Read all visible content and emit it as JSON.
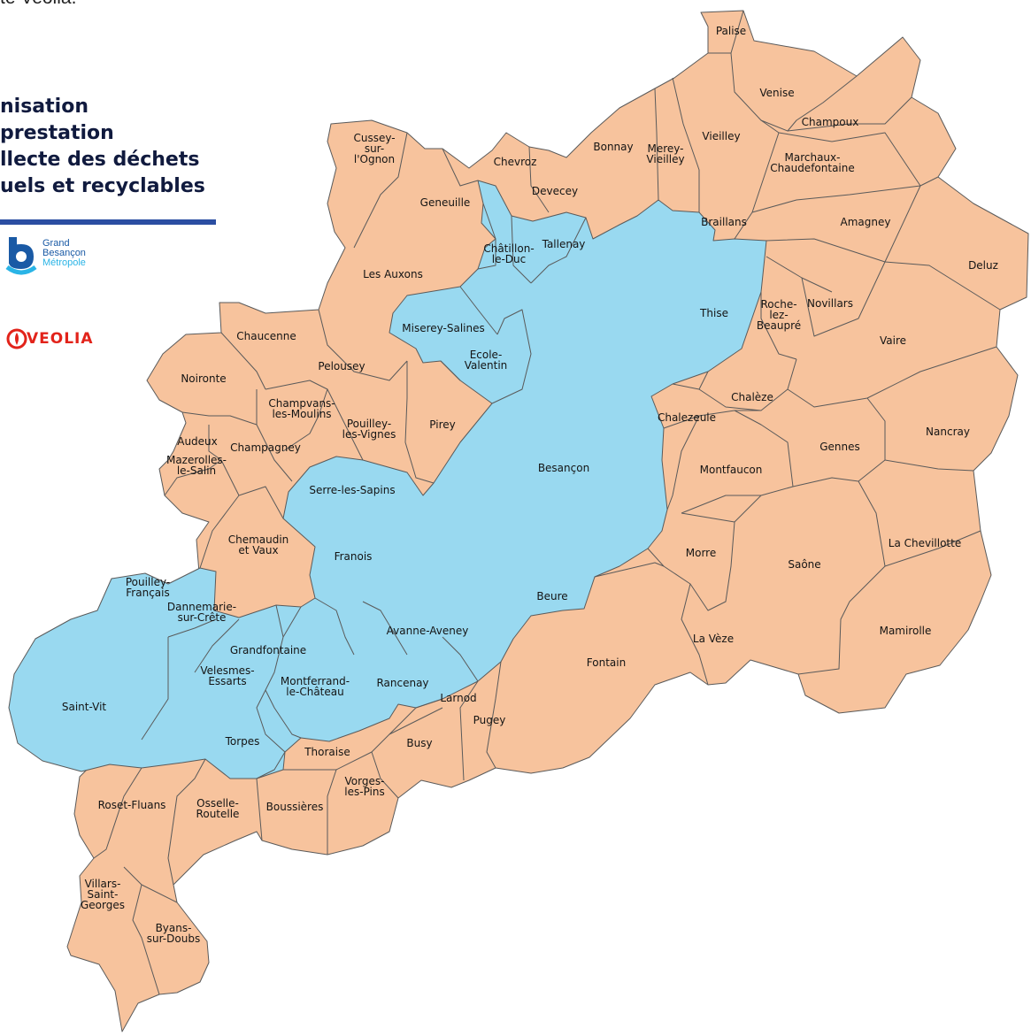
{
  "header": {
    "top_text": "te Veolia.",
    "title_lines": [
      "nisation",
      "prestation",
      "llecte des déchets",
      "uels et recyclables"
    ]
  },
  "logos": {
    "grand_besancon": {
      "lines": [
        "Grand",
        "Besançon",
        "Métropole"
      ],
      "colors": [
        "#1a5aa5",
        "#2ab4e6"
      ]
    },
    "veolia": {
      "text": "VEOLIA",
      "color": "#e2231a"
    }
  },
  "legend_colors": {
    "zone_blue": "#99d9f0",
    "zone_orange": "#f7c39d",
    "border": "#5a5a5a"
  },
  "map": {
    "blue": [
      "Châtillon-le-Duc",
      "Tallenay",
      "Miserey-Salines",
      "Ecole-Valentin",
      "Thise",
      "Besançon",
      "Serre-les-Sapins",
      "Franois",
      "Pouilley-Français",
      "Dannemarie-sur-Crête",
      "Grandfontaine",
      "Avanne-Aveney",
      "Beure",
      "Saint-Vit",
      "Velesmes-Essarts",
      "Montferrand-le-Château",
      "Torpes"
    ],
    "labels": [
      {
        "key": "palise",
        "lines": [
          "Palise"
        ]
      },
      {
        "key": "venise",
        "lines": [
          "Venise"
        ]
      },
      {
        "key": "champoux",
        "lines": [
          "Champoux"
        ]
      },
      {
        "key": "vieilley",
        "lines": [
          "Vieilley"
        ]
      },
      {
        "key": "bonnay",
        "lines": [
          "Bonnay"
        ]
      },
      {
        "key": "merey",
        "lines": [
          "Merey-",
          "Vieilley"
        ]
      },
      {
        "key": "marchaux",
        "lines": [
          "Marchaux-",
          "Chaudefontaine"
        ]
      },
      {
        "key": "cussey",
        "lines": [
          "Cussey-",
          "sur-",
          "l'Ognon"
        ]
      },
      {
        "key": "chevroz",
        "lines": [
          "Chevroz"
        ]
      },
      {
        "key": "devecey",
        "lines": [
          "Devecey"
        ]
      },
      {
        "key": "geneuille",
        "lines": [
          "Geneuille"
        ]
      },
      {
        "key": "braillans",
        "lines": [
          "Braillans"
        ]
      },
      {
        "key": "tallenay",
        "lines": [
          "Tallenay"
        ]
      },
      {
        "key": "chatillon",
        "lines": [
          "Châtillon-",
          "le-Duc"
        ]
      },
      {
        "key": "amagney",
        "lines": [
          "Amagney"
        ]
      },
      {
        "key": "deluz",
        "lines": [
          "Deluz"
        ]
      },
      {
        "key": "lesauxons",
        "lines": [
          "Les Auxons"
        ]
      },
      {
        "key": "thise",
        "lines": [
          "Thise"
        ]
      },
      {
        "key": "roche",
        "lines": [
          "Roche-",
          "lez-",
          "Beaupré"
        ]
      },
      {
        "key": "novillars",
        "lines": [
          "Novillars"
        ]
      },
      {
        "key": "vaire",
        "lines": [
          "Vaire"
        ]
      },
      {
        "key": "miserey",
        "lines": [
          "Miserey-Salines"
        ]
      },
      {
        "key": "chaucenne",
        "lines": [
          "Chaucenne"
        ]
      },
      {
        "key": "pelousey",
        "lines": [
          "Pelousey"
        ]
      },
      {
        "key": "ecole",
        "lines": [
          "Ecole-",
          "Valentin"
        ]
      },
      {
        "key": "noironte",
        "lines": [
          "Noironte"
        ]
      },
      {
        "key": "chaleze",
        "lines": [
          "Chalèze"
        ]
      },
      {
        "key": "chalezeule",
        "lines": [
          "Chalezeule"
        ]
      },
      {
        "key": "champvans",
        "lines": [
          "Champvans-",
          "les-Moulins"
        ]
      },
      {
        "key": "pouilleyvignes",
        "lines": [
          "Pouilley-",
          "les-Vignes"
        ]
      },
      {
        "key": "pirey",
        "lines": [
          "Pirey"
        ]
      },
      {
        "key": "nancray",
        "lines": [
          "Nancray"
        ]
      },
      {
        "key": "audeux",
        "lines": [
          "Audeux"
        ]
      },
      {
        "key": "champagney",
        "lines": [
          "Champagney"
        ]
      },
      {
        "key": "gennes",
        "lines": [
          "Gennes"
        ]
      },
      {
        "key": "mazerolles",
        "lines": [
          "Mazerolles-",
          "le-Salin"
        ]
      },
      {
        "key": "besancon",
        "lines": [
          "Besançon"
        ]
      },
      {
        "key": "montfaucon",
        "lines": [
          "Montfaucon"
        ]
      },
      {
        "key": "serre",
        "lines": [
          "Serre-les-Sapins"
        ]
      },
      {
        "key": "chemaudin",
        "lines": [
          "Chemaudin",
          "et Vaux"
        ]
      },
      {
        "key": "franois",
        "lines": [
          "Franois"
        ]
      },
      {
        "key": "morre",
        "lines": [
          "Morre"
        ]
      },
      {
        "key": "saone",
        "lines": [
          "Saône"
        ]
      },
      {
        "key": "lachevillotte",
        "lines": [
          "La Chevillotte"
        ]
      },
      {
        "key": "pouilleyfr",
        "lines": [
          "Pouilley-",
          "Français"
        ]
      },
      {
        "key": "dannemarie",
        "lines": [
          "Dannemarie-",
          "sur-Crête"
        ]
      },
      {
        "key": "beure",
        "lines": [
          "Beure"
        ]
      },
      {
        "key": "avanne",
        "lines": [
          "Avanne-Aveney"
        ]
      },
      {
        "key": "mamirolle",
        "lines": [
          "Mamirolle"
        ]
      },
      {
        "key": "lavze",
        "lines": [
          "La Vèze"
        ]
      },
      {
        "key": "grandfontaine",
        "lines": [
          "Grandfontaine"
        ]
      },
      {
        "key": "fontain",
        "lines": [
          "Fontain"
        ]
      },
      {
        "key": "velesmes",
        "lines": [
          "Velesmes-",
          "Essarts"
        ]
      },
      {
        "key": "rancenay",
        "lines": [
          "Rancenay"
        ]
      },
      {
        "key": "montferrand",
        "lines": [
          "Montferrand-",
          "le-Château"
        ]
      },
      {
        "key": "saintvit",
        "lines": [
          "Saint-Vit"
        ]
      },
      {
        "key": "larnod",
        "lines": [
          "Larnod"
        ]
      },
      {
        "key": "pugey",
        "lines": [
          "Pugey"
        ]
      },
      {
        "key": "torpes",
        "lines": [
          "Torpes"
        ]
      },
      {
        "key": "busy",
        "lines": [
          "Busy"
        ]
      },
      {
        "key": "thoraise",
        "lines": [
          "Thoraise"
        ]
      },
      {
        "key": "vorges",
        "lines": [
          "Vorges-",
          "les-Pins"
        ]
      },
      {
        "key": "roset",
        "lines": [
          "Roset-Fluans"
        ]
      },
      {
        "key": "osselle",
        "lines": [
          "Osselle-",
          "Routelle"
        ]
      },
      {
        "key": "boussieres",
        "lines": [
          "Boussières"
        ]
      },
      {
        "key": "villars",
        "lines": [
          "Villars-",
          "Saint-",
          "Georges"
        ]
      },
      {
        "key": "byans",
        "lines": [
          "Byans-",
          "sur-Doubs"
        ]
      }
    ]
  }
}
